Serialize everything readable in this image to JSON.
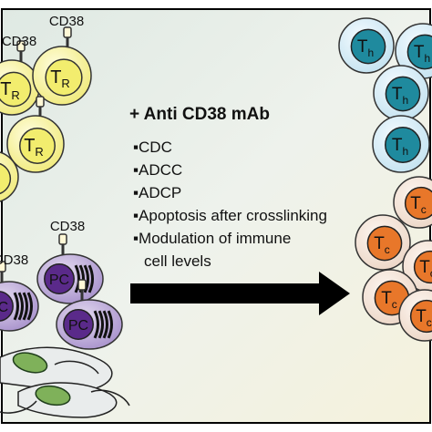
{
  "labels": {
    "cd38": "CD38",
    "treg": "T",
    "treg_sub": "R",
    "plasma": "PC",
    "th": "T",
    "th_sub": "h",
    "tc": "T",
    "tc_sub": "c"
  },
  "treatment": {
    "title": "+ Anti CD38 mAb",
    "mechanisms": [
      "▪CDC",
      "▪ADCC",
      "▪ADCP",
      "▪Apoptosis after crosslinking",
      "▪Modulation of immune",
      "cell levels"
    ]
  },
  "colors": {
    "treg_fill": "#f4f09a",
    "treg_inner": "#f2ed6e",
    "plasma_fill": "#b9a6d6",
    "plasma_nucleus": "#5a2a8a",
    "th_fill": "#cfe6f2",
    "th_nucleus": "#1f8a9e",
    "tc_fill": "#f3e2d6",
    "tc_nucleus": "#e8772a",
    "arrow": "#000000"
  }
}
